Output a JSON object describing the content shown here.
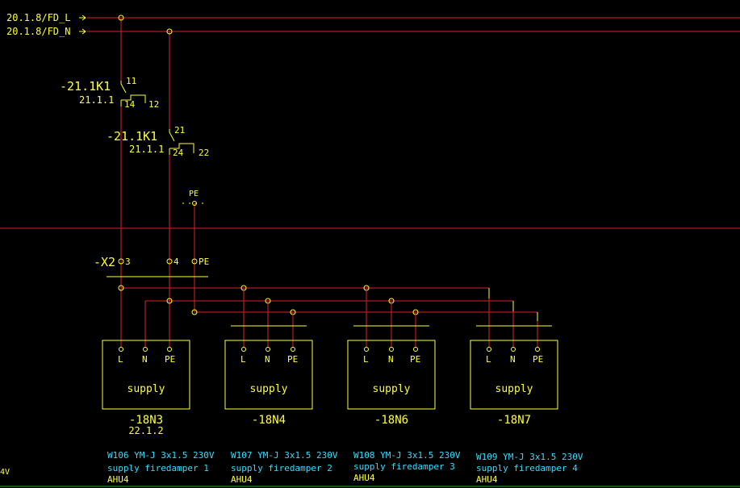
{
  "colors": {
    "wire": "#e02020",
    "symbol": "#ffff33",
    "cable": "#33ddff",
    "background": "#000000",
    "bottom_line": "#22aa22"
  },
  "refs": {
    "L_feed": "20.1.8/FD_L",
    "N_feed": "20.1.8/FD_N"
  },
  "relay1": {
    "name": "-21.1K1",
    "ref": "21.1.1",
    "pin_a": "11",
    "pin_b": "14",
    "pin_c": "12"
  },
  "relay2": {
    "name": "-21.1K1",
    "ref": "21.1.1",
    "pin_a": "21",
    "pin_b": "24",
    "pin_c": "22"
  },
  "pe_label": "PE",
  "terminal": {
    "name": "-X2",
    "t1": "3",
    "t2": "4",
    "t3": "PE"
  },
  "devices": [
    {
      "pins": [
        "L",
        "N",
        "PE"
      ],
      "label": "supply",
      "name": "-18N3",
      "ref": "22.1.2",
      "cable": "W106 YM-J 3x1.5 230V",
      "desc": "supply firedamper 1",
      "unit": "AHU4"
    },
    {
      "pins": [
        "L",
        "N",
        "PE"
      ],
      "label": "supply",
      "name": "-18N4",
      "ref": "",
      "cable": "W107 YM-J 3x1.5 230V",
      "desc": "supply firedamper 2",
      "unit": "AHU4"
    },
    {
      "pins": [
        "L",
        "N",
        "PE"
      ],
      "label": "supply",
      "name": "-18N6",
      "ref": "",
      "cable": "W108 YM-J 3x1.5 230V",
      "desc": "supply firedamper 3",
      "unit": "AHU4"
    },
    {
      "pins": [
        "L",
        "N",
        "PE"
      ],
      "label": "supply",
      "name": "-18N7",
      "ref": "",
      "cable": "W109 YM-J 3x1.5 230V",
      "desc": "supply firedamper 4",
      "unit": "AHU4"
    }
  ],
  "corner_text": "4V"
}
